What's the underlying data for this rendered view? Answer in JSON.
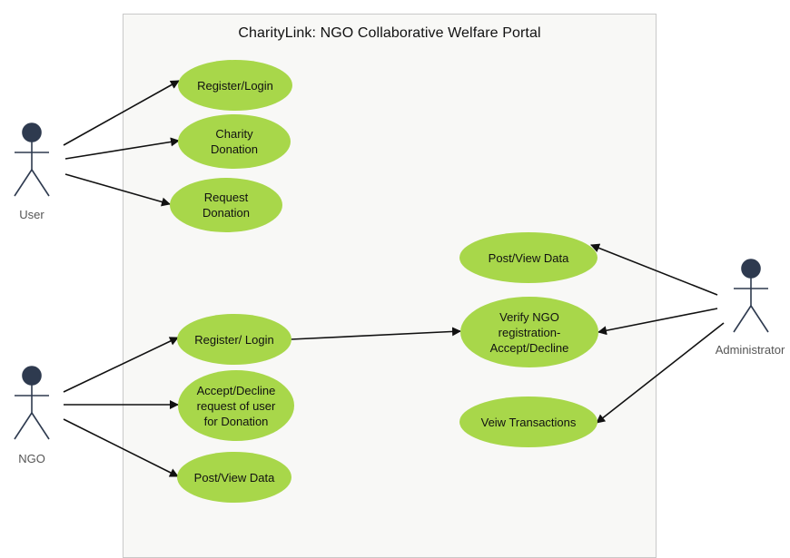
{
  "system": {
    "title": "CharityLink: NGO Collaborative Welfare Portal"
  },
  "actors": {
    "user": "User",
    "ngo": "NGO",
    "admin": "Administrator"
  },
  "use_cases": {
    "user_register": "Register/Login",
    "charity_donation": "Charity\nDonation",
    "request_donation": "Request\nDonation",
    "ngo_register": "Register/ Login",
    "accept_decline": "Accept/Decline\nrequest of user\nfor Donation",
    "ngo_post_view": "Post/View Data",
    "admin_post_view": "Post/View Data",
    "verify_ngo": "Verify NGO\nregistration-\nAccept/Decline",
    "view_transactions": "Veiw Transactions"
  },
  "colors": {
    "usecase_fill": "#a8d74a",
    "actor": "#2e3a4f",
    "line": "#111111"
  }
}
